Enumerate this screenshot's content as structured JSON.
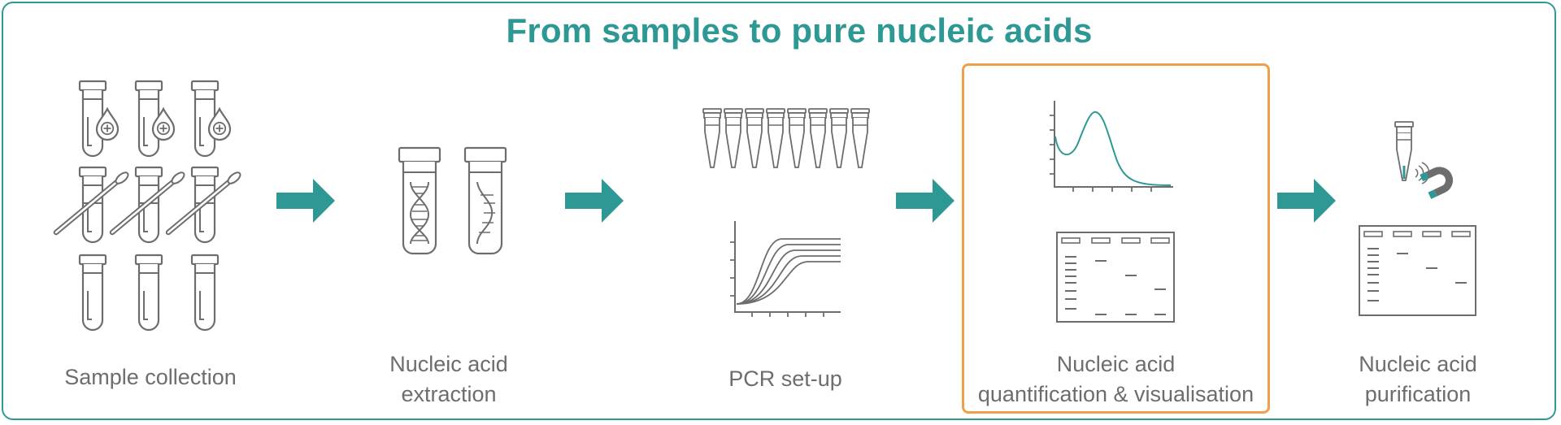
{
  "title": "From samples to pure nucleic acids",
  "steps": [
    {
      "id": "sample-collection",
      "lines": [
        "Sample collection"
      ]
    },
    {
      "id": "nucleic-acid-extraction",
      "lines": [
        "Nucleic acid",
        "extraction"
      ]
    },
    {
      "id": "pcr-setup",
      "lines": [
        "PCR set-up"
      ]
    },
    {
      "id": "quantification-visualisation",
      "lines": [
        "Nucleic acid",
        "quantification & visualisation"
      ],
      "highlighted": true
    },
    {
      "id": "nucleic-acid-purification",
      "lines": [
        "Nucleic acid",
        "purification"
      ]
    }
  ],
  "colors": {
    "accent": "#2e9994",
    "highlight": "#f0a04b",
    "line": "#6d6d6d",
    "text": "#6d6d6d"
  },
  "icons": [
    "blood-sample-tube-icon",
    "swab-tube-icon",
    "empty-tube-icon",
    "dna-tube-icon",
    "rna-tube-icon",
    "pcr-strip-icon",
    "amplification-curve-icon",
    "spectrum-peak-icon",
    "gel-electrophoresis-icon",
    "magnet-tube-icon",
    "arrow-right-icon"
  ]
}
